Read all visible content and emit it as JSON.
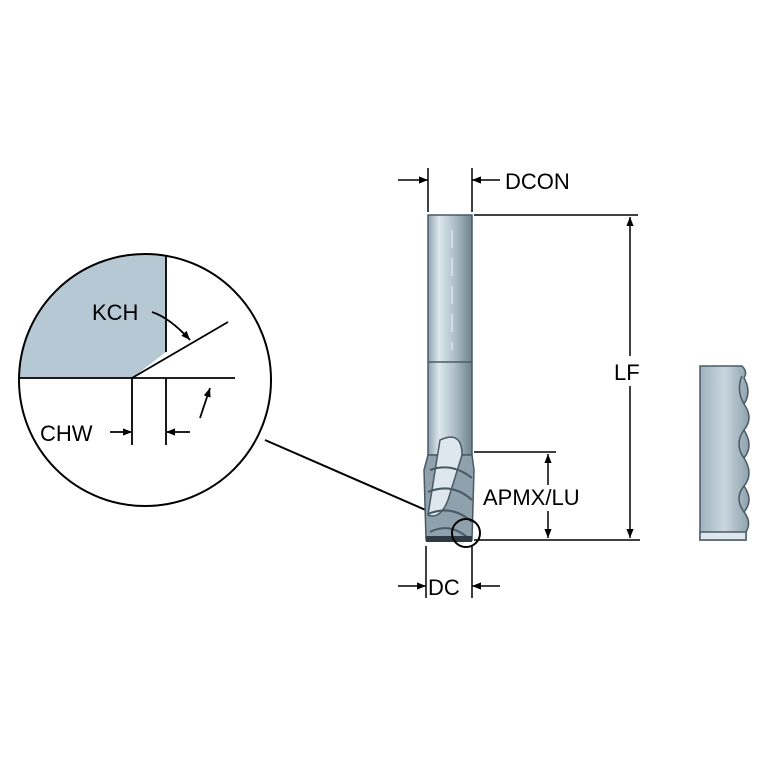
{
  "labels": {
    "dcon": "DCON",
    "lf": "LF",
    "apmx_lu": "APMX/LU",
    "dc": "DC",
    "kch": "KCH",
    "chw": "CHW"
  },
  "colors": {
    "line": "#000000",
    "tool_body": "#b9c9d3",
    "tool_dark": "#4a5a64",
    "chamfer_fill": "#b6c8d4",
    "background": "#ffffff"
  },
  "icons": {
    "arrow": "arrowhead-icon",
    "detail_circle": "magnify-circle-icon"
  }
}
